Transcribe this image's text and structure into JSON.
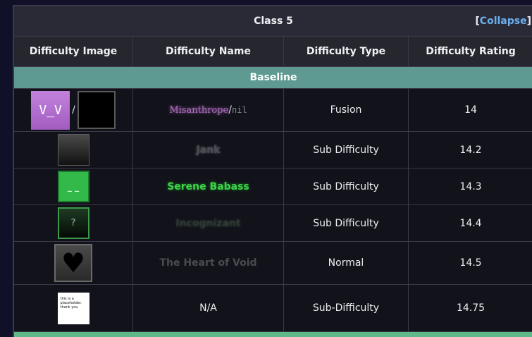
{
  "table": {
    "title": "Class 5",
    "collapse": {
      "open": "[",
      "label": "Collapse",
      "close": "]"
    },
    "headers": [
      "Difficulty Image",
      "Difficulty Name",
      "Difficulty Type",
      "Difficulty Rating"
    ],
    "section": "Baseline",
    "rows": [
      {
        "name_a": "Misanthrope",
        "sep": "/",
        "name_b": "nil",
        "image_text": "V_V",
        "image_sep": "/",
        "type": "Fusion",
        "rating": "14"
      },
      {
        "name": "Jank",
        "type": "Sub Difficulty",
        "rating": "14.2"
      },
      {
        "name": "Serene Babass",
        "image_text": "_ _",
        "type": "Sub Difficulty",
        "rating": "14.3"
      },
      {
        "name": "Incognizant",
        "image_text": "?",
        "type": "Sub Difficulty",
        "rating": "14.4"
      },
      {
        "name": "The Heart of Void",
        "image_text": "♥",
        "type": "Normal",
        "rating": "14.5"
      },
      {
        "name": "N/A",
        "image_text": "this is a placeholder. thank you",
        "type": "Sub-Difficulty",
        "rating": "14.75"
      }
    ]
  },
  "colors": {
    "section_bg": "#5e9a92",
    "link": "#6ab0f0",
    "misanthrope": "#b070c0",
    "serene": "#3fd34a",
    "misanthrope_tile": "#b870d0",
    "serene_tile": "#33b84a"
  },
  "icons": [
    "misanthrope-tile",
    "nil-tile",
    "jank-tile",
    "serene-babass-tile",
    "incognizant-tile",
    "heart-of-void-tile",
    "placeholder-tile"
  ]
}
